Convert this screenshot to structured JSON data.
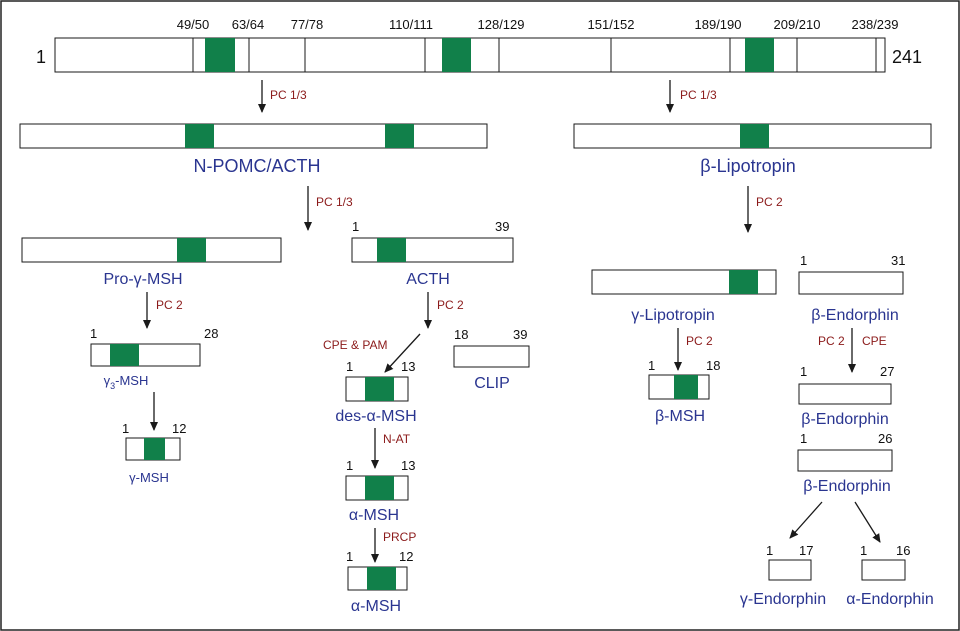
{
  "colors": {
    "segment": "#11804a",
    "label": "#2a3590",
    "enzyme": "#8b1a1a"
  },
  "full": {
    "start": "1",
    "end": "241",
    "cleavage_sites": [
      "49/50",
      "63/64",
      "77/78",
      "110/111",
      "128/129",
      "151/152",
      "189/190",
      "209/210",
      "238/239"
    ]
  },
  "enzymes": {
    "pc13_left": "PC 1/3",
    "pc13_right": "PC 1/3",
    "pc13_mid": "PC 1/3",
    "pc2_blip": "PC 2",
    "pc2_progamma": "PC 2",
    "pc2_acth": "PC 2",
    "cpe_pam": "CPE & PAM",
    "nat": "N-AT",
    "prcp": "PRCP",
    "pc2_glip": "PC 2",
    "pc2_bend": "PC 2",
    "cpe_bend": "CPE"
  },
  "products": {
    "npomc": "N-POMC/ACTH",
    "blip": "β-Lipotropin",
    "progamma": "Pro-γ-MSH",
    "acth": {
      "name": "ACTH",
      "start": "1",
      "end": "39"
    },
    "glip": "γ-Lipotropin",
    "bend31": {
      "name": "β-Endorphin",
      "start": "1",
      "end": "31"
    },
    "g3msh": {
      "name_prefix": "γ",
      "name_sub": "3",
      "name_suffix": "-MSH",
      "start": "1",
      "end": "28"
    },
    "desamsh": {
      "name": "des-α-MSH",
      "start": "1",
      "end": "13"
    },
    "clip": {
      "name": "CLIP",
      "start": "18",
      "end": "39"
    },
    "bmsh": {
      "name": "β-MSH",
      "start": "1",
      "end": "18"
    },
    "bend27": {
      "name": "β-Endorphin",
      "start": "1",
      "end": "27"
    },
    "gmsh": {
      "name": "γ-MSH",
      "start": "1",
      "end": "12"
    },
    "amsh13": {
      "name": "α-MSH",
      "start": "1",
      "end": "13"
    },
    "bend26": {
      "name": "β-Endorphin",
      "start": "1",
      "end": "26"
    },
    "amsh12": {
      "name": "α-MSH",
      "start": "1",
      "end": "12"
    },
    "gend": {
      "name": "γ-Endorphin",
      "start": "1",
      "end": "17"
    },
    "aend": {
      "name": "α-Endorphin",
      "start": "1",
      "end": "16"
    }
  }
}
